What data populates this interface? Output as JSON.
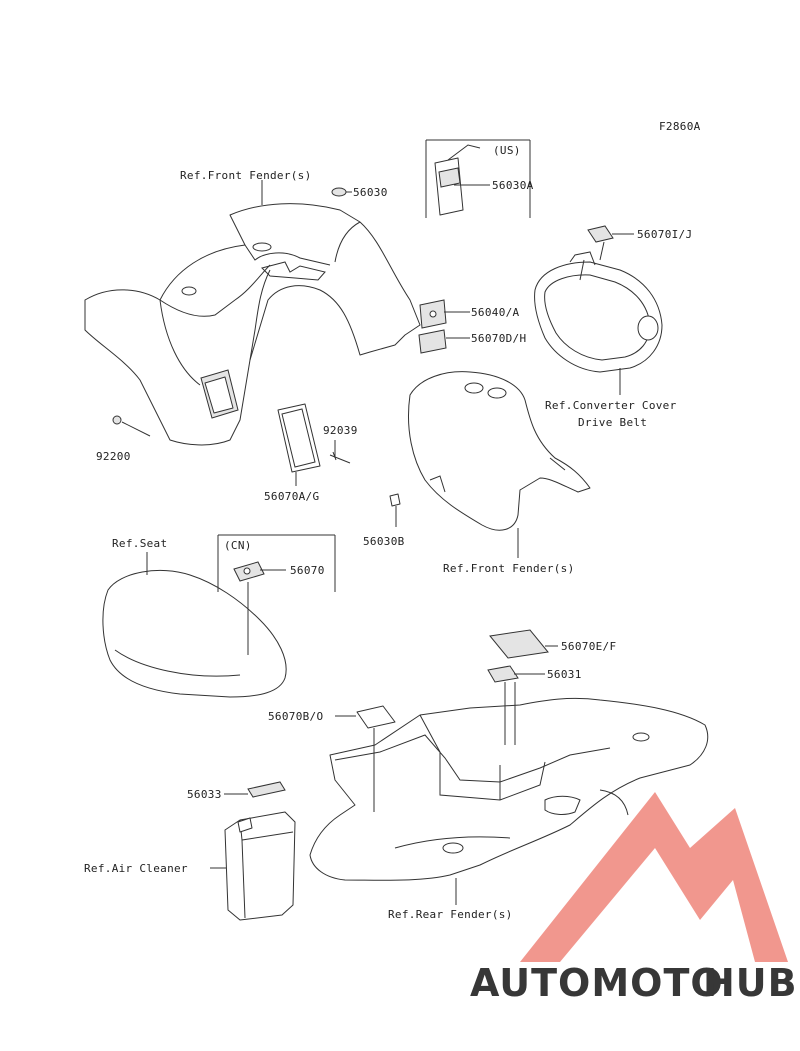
{
  "diagram": {
    "code": "F2860A",
    "labels": {
      "ref_front_fender_top": "Ref.Front Fender(s)",
      "p56030": "56030",
      "us_tag": "(US)",
      "p56030A": "56030A",
      "p56070IJ": "56070I/J",
      "p56040A": "56040/A",
      "p56070DH": "56070D/H",
      "ref_converter_cover": "Ref.Converter Cover",
      "drive_belt": "Drive Belt",
      "p92039": "92039",
      "p92200": "92200",
      "p56070AG": "56070A/G",
      "p56030B": "56030B",
      "ref_front_fender_bottom": "Ref.Front Fender(s)",
      "ref_seat": "Ref.Seat",
      "cn_tag": "(CN)",
      "p56070": "56070",
      "p56070EF": "56070E/F",
      "p56031": "56031",
      "p56070BO": "56070B/O",
      "p56033": "56033",
      "ref_air_cleaner": "Ref.Air Cleaner",
      "ref_rear_fender": "Ref.Rear Fender(s)"
    }
  },
  "watermark": {
    "text_part1": "AUTOMOTO",
    "text_part2": "HUB",
    "color_primary": "#f08c82",
    "color_secondary": "#f7b35c",
    "color_dark": "#4a4a4a"
  }
}
